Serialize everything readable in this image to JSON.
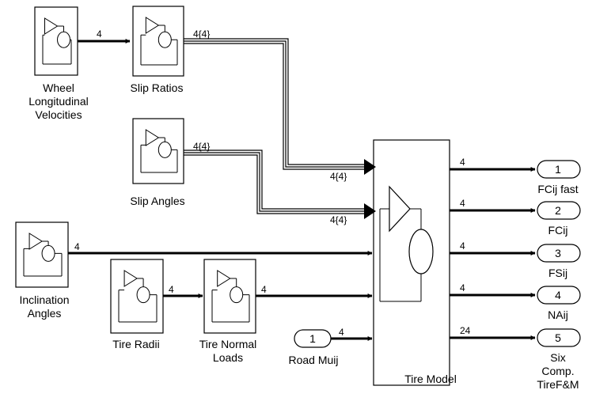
{
  "blocks": {
    "wheel_velocities": [
      "Wheel",
      "Longitudinal",
      "Velocities"
    ],
    "slip_ratios": [
      "Slip Ratios"
    ],
    "slip_angles": [
      "Slip Angles"
    ],
    "inclination_angles": [
      "Inclination",
      "Angles"
    ],
    "tire_radii": [
      "Tire Radii"
    ],
    "tire_normal_loads": [
      "Tire Normal",
      "Loads"
    ],
    "road_muij": {
      "port": "1",
      "label": "Road Muij"
    },
    "tire_model": "Tire Model"
  },
  "signals": {
    "wheel_to_slip": "4",
    "slip_ratios_out": "4{4}",
    "slip_angles_out": "4{4}",
    "tire_in_1": "4{4}",
    "tire_in_2": "4{4}",
    "inclination_out": "4",
    "radii_out": "4",
    "normal_loads_out": "4",
    "road_out": "4"
  },
  "outputs": [
    {
      "port": "1",
      "signal": "4",
      "label": [
        "FCij fast"
      ]
    },
    {
      "port": "2",
      "signal": "4",
      "label": [
        "FCij"
      ]
    },
    {
      "port": "3",
      "signal": "4",
      "label": [
        "FSij"
      ]
    },
    {
      "port": "4",
      "signal": "4",
      "label": [
        "NAij"
      ]
    },
    {
      "port": "5",
      "signal": "24",
      "label": [
        "Six",
        "Comp.",
        "TireF&M"
      ]
    }
  ]
}
